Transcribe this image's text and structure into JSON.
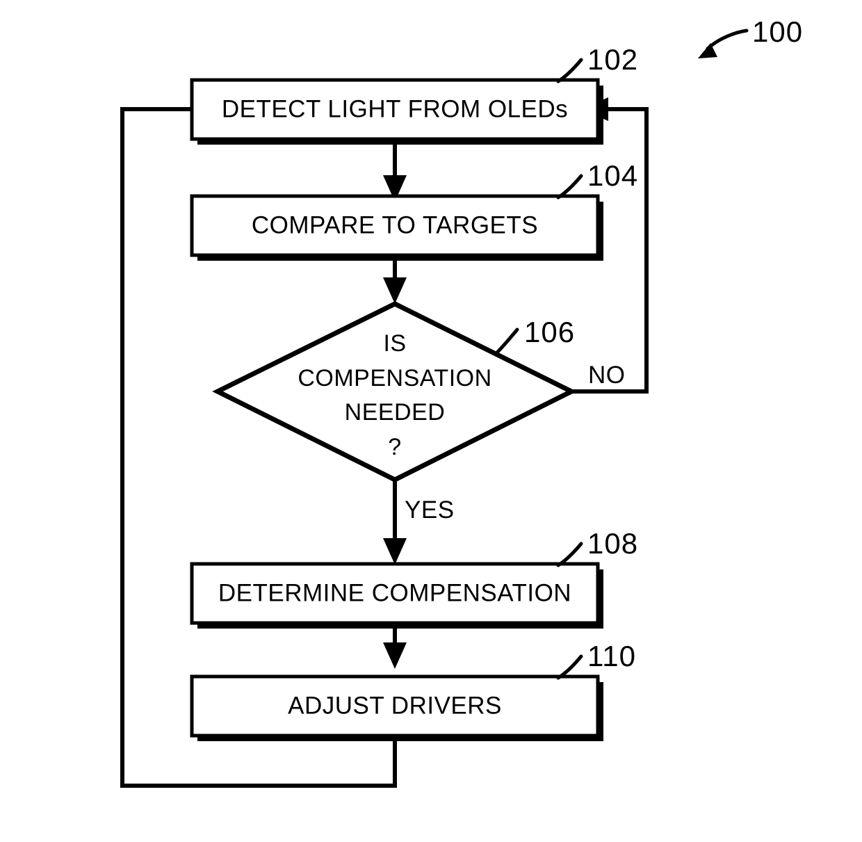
{
  "figure": {
    "reference_label": "100",
    "type": "flowchart"
  },
  "nodes": [
    {
      "id": "102",
      "shape": "process",
      "label": "DETECT LIGHT FROM OLEDs",
      "ref": "102"
    },
    {
      "id": "104",
      "shape": "process",
      "label": "COMPARE TO TARGETS",
      "ref": "104"
    },
    {
      "id": "106",
      "shape": "decision",
      "label_line1": "IS",
      "label_line2": "COMPENSATION",
      "label_line3": "NEEDED",
      "label_line4": "?",
      "ref": "106"
    },
    {
      "id": "108",
      "shape": "process",
      "label": "DETERMINE COMPENSATION",
      "ref": "108"
    },
    {
      "id": "110",
      "shape": "process",
      "label": "ADJUST DRIVERS",
      "ref": "110"
    }
  ],
  "branch_labels": {
    "no": "NO",
    "yes": "YES"
  },
  "colors": {
    "stroke": "#000000",
    "fill": "#ffffff",
    "background": "#ffffff"
  }
}
